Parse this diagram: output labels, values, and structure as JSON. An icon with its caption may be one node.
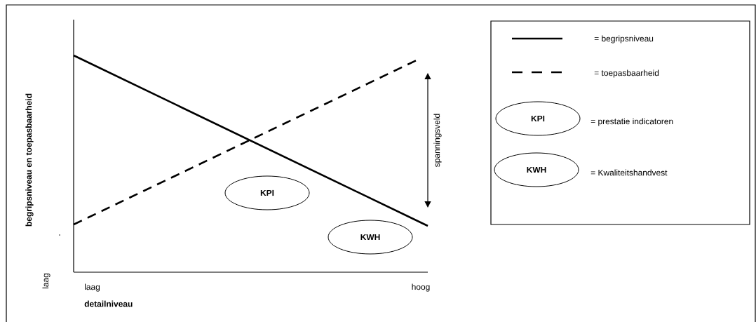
{
  "diagram": {
    "nodes": [
      {
        "text": [
          "KPI"
        ]
      },
      {
        "text": [
          "KWH"
        ]
      },
      {
        "text": [
          "KPI"
        ]
      },
      {
        "text": [
          "KWH"
        ]
      }
    ],
    "edges": [],
    "labels": [
      "begripsniveau en toepasbaarheid",
      "laag",
      ".",
      "spanningsveld",
      "laag",
      "detailniveau",
      "hoog"
    ],
    "legend": [
      {
        "text": "= begripsniveau"
      },
      {
        "text": "= toepasbaarheid"
      },
      {
        "text": "= prestatie indicatoren"
      },
      {
        "text": "= Kwaliteitshandvest"
      }
    ]
  }
}
